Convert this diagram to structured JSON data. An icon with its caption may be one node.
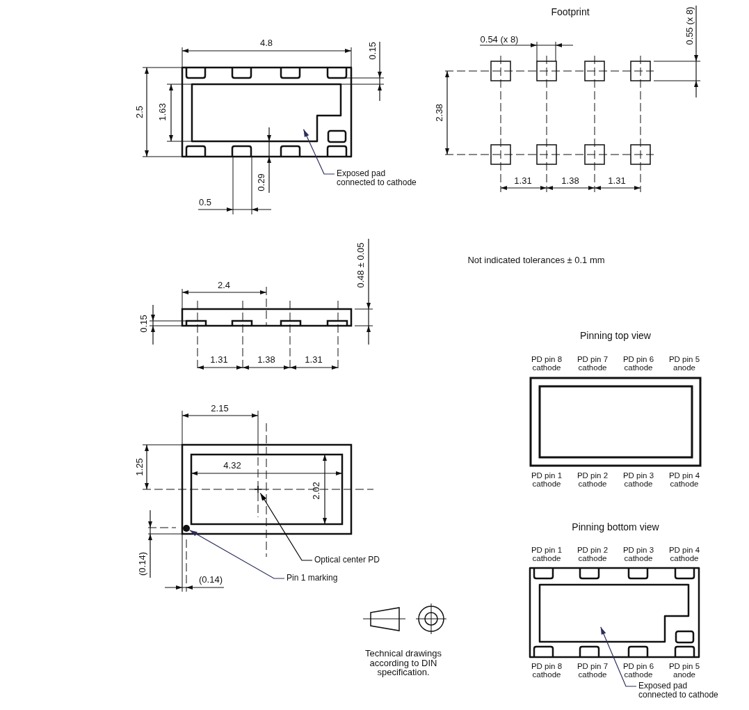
{
  "diagram": {
    "nodes": [
      {
        "text": [],
        "shape": "box"
      },
      {
        "text": [
          "Exposed pad connected to cathode"
        ]
      },
      {
        "text": [],
        "shape": "cross"
      },
      {
        "text": [],
        "shape": "circle"
      },
      {
        "text": [
          "Optical center PD"
        ]
      },
      {
        "text": [
          "Pin 1 marking"
        ]
      },
      {
        "text": [],
        "shape": "box"
      },
      {
        "text": [
          "Exposed pad connected to cathode"
        ]
      }
    ],
    "edges": [
      {
        "from": 1,
        "to": 0,
        "arrow": "to"
      },
      {
        "from": 4,
        "to": 2,
        "arrow": "to",
        "color": "#000000"
      },
      {
        "from": 5,
        "to": 3,
        "arrow": "to"
      },
      {
        "from": 7,
        "to": 6,
        "arrow": "to"
      }
    ],
    "labels": [
      "Footprint",
      "4.8",
      "0.15",
      "0.54 (x 8)",
      "0.55 (x 8)",
      "2.5",
      "1.63",
      "2.38",
      "0.29",
      "1.31",
      "1.38",
      "1.31",
      "0.5",
      "0.48 ± 0.05",
      "Not indicated tolerances ± 0.1 mm",
      "2.4",
      "0.15",
      "Pinning top view",
      "1.31",
      "1.38",
      "1.31",
      "PD pin 8 cathode",
      "PD pin 7 cathode",
      "PD pin 6 cathode",
      "PD pin 5 anode",
      "2.15",
      "1.25",
      "4.32",
      "PD pin 1 cathode",
      "PD pin 2 cathode",
      "PD pin 3 cathode",
      "PD pin 4 cathode",
      "2.02",
      "Pinning bottom view",
      "PD pin 1 cathode",
      "PD pin 2 cathode",
      "PD pin 3 cathode",
      "PD pin 4 cathode",
      "(0.14)",
      "(0.14)",
      "Technical drawings according to DIN specification.",
      "PD pin 8 cathode",
      "PD pin 7 cathode",
      "PD pin 6 cathode",
      "PD pin 5 anode"
    ]
  }
}
